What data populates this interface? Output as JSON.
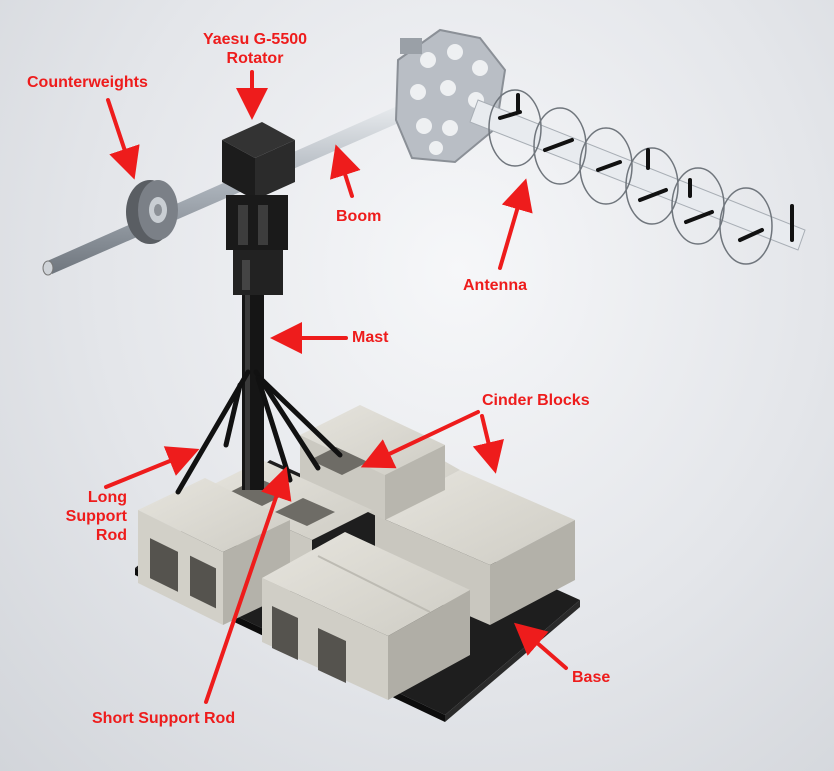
{
  "labels": {
    "rotator_line1": "Yaesu G-5500",
    "rotator_line2": "Rotator",
    "counterweights": "Counterweights",
    "boom": "Boom",
    "antenna": "Antenna",
    "mast": "Mast",
    "cinder_blocks": "Cinder Blocks",
    "long_rod_line1": "Long",
    "long_rod_line2": "Support",
    "long_rod_line3": "Rod",
    "base": "Base",
    "short_rod": "Short Support Rod"
  },
  "colors": {
    "annotation": "#ee1c1c",
    "concrete": "#d6d4cd",
    "metal": "#b8bec6",
    "black_part": "#1b1b1b"
  }
}
